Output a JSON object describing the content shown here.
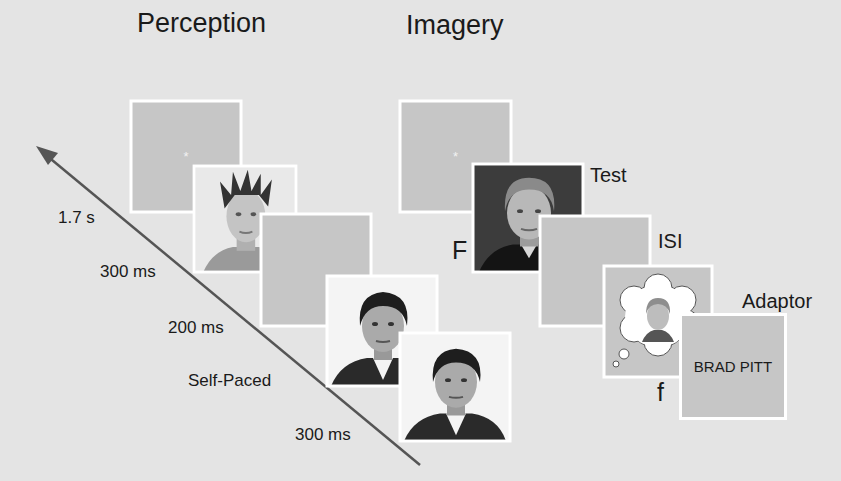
{
  "diagram": {
    "nodes": [
      {
        "text": [
          "*"
        ]
      },
      {
        "text": [
          "*"
        ]
      },
      {
        "text": [
          "BRAD PITT"
        ]
      }
    ],
    "labels": [
      "Perception",
      "Imagery",
      "1.7 s",
      "300 ms",
      "200 ms",
      "Self-Paced",
      "300 ms",
      "Test",
      "ISI",
      "Adaptor",
      "F",
      "f"
    ]
  }
}
